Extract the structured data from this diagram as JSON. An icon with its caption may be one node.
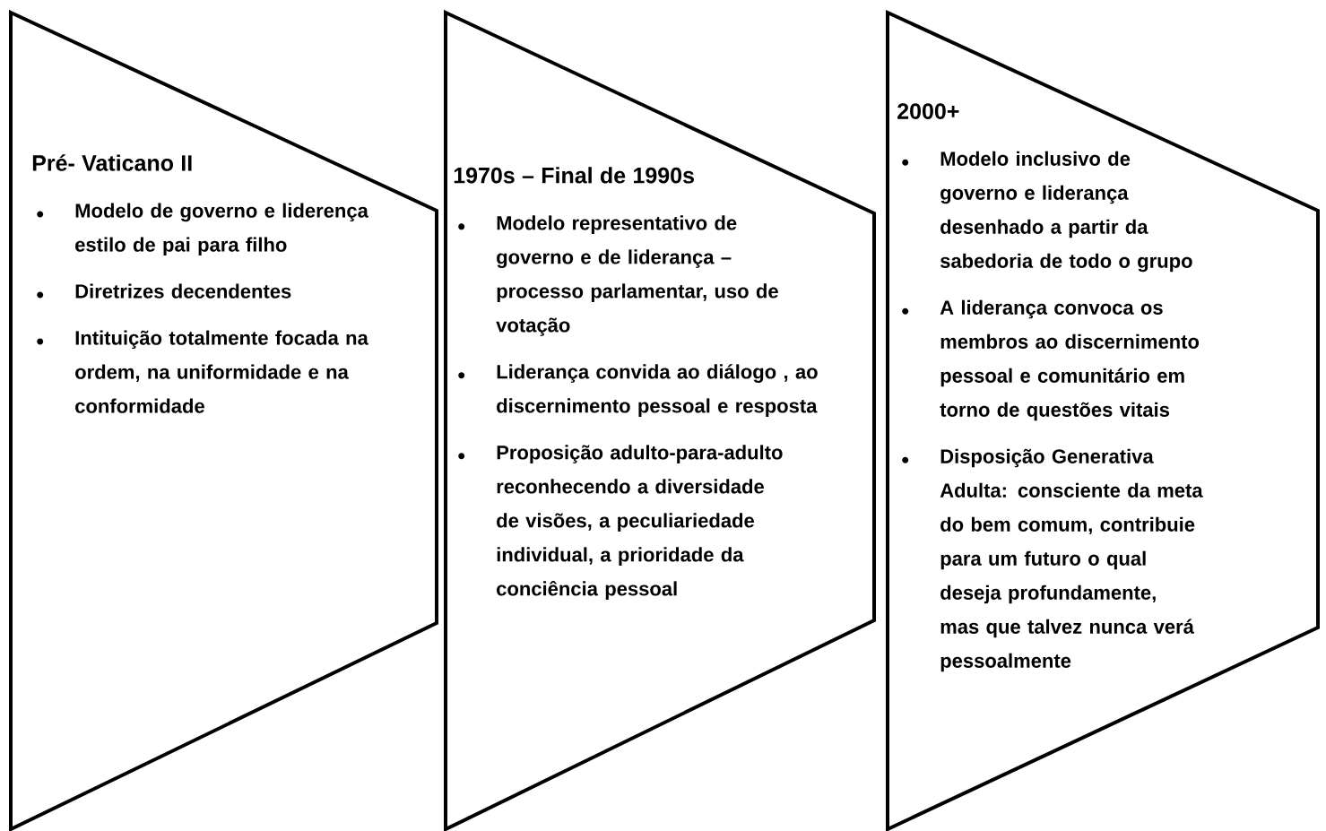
{
  "diagram": {
    "nodes": [
      {
        "text": [
          "Pré- Vaticano II",
          "Modelo de governo e liderença estilo de pai para filho",
          "Diretrizes decendentes",
          "Intituição totalmente focada na ordem, na uniformidade e na conformidade"
        ]
      },
      {
        "text": [
          "1970s – Final de 1990s",
          "Modelo representativo de governo e de liderança – processo parlamentar, uso de votação",
          "Liderança convida ao diálogo , ao discernimento pessoal e resposta",
          "Proposição adulto-para-adulto reconhecendo a diversidade de visões, a peculiariedade individual, a prioridade da conciência pessoal"
        ]
      },
      {
        "text": [
          "2000+",
          "Modelo inclusivo de governo e  liderança desenhado a partir da sabedoria de todo o grupo",
          "A liderança convoca os membros ao discernimento pessoal e comunitário em torno de questões vitais",
          "Disposição Generativa Adulta: consciente da meta do bem comum, contribuie para um futuro o qual deseja profundamente, mas que talvez nunca verá pessoalmente"
        ]
      }
    ]
  }
}
